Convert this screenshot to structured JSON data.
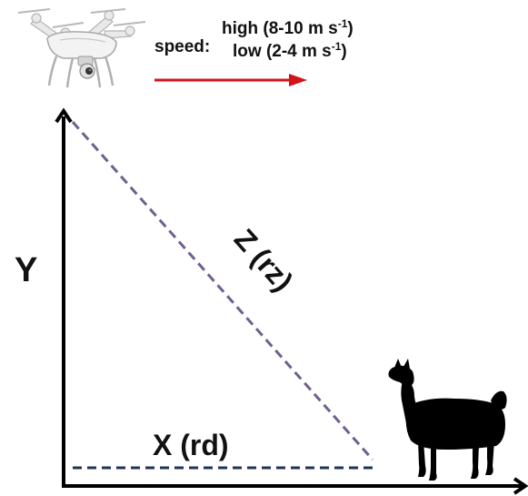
{
  "speed": {
    "label": "speed:",
    "high": "high (8-10 m s",
    "low": "low (2-4 m s",
    "exponent": "-1",
    "close": ")"
  },
  "axes": {
    "y_label": "Y"
  },
  "lines": {
    "z_label": "Z (rz)",
    "x_label": "X (rd)"
  },
  "colors": {
    "arrow": "#d0141a",
    "slant": "#6f5f8f",
    "baseline": "#1f3550",
    "silhouette": "#000000"
  },
  "icons": [
    "drone-icon",
    "llama-icon"
  ]
}
